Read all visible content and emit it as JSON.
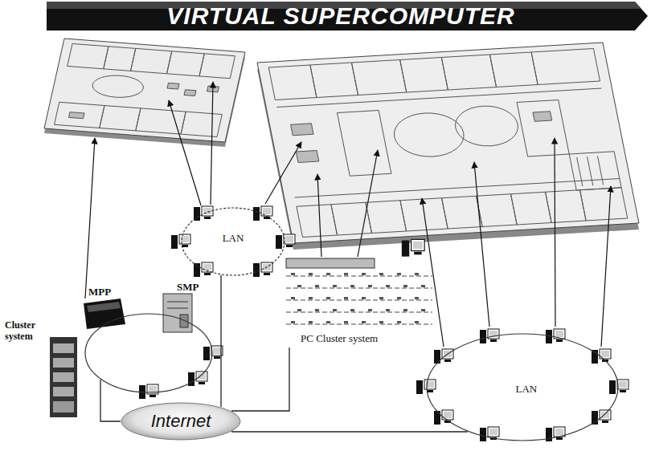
{
  "diagram": {
    "title": "VIRTUAL SUPERCOMPUTER",
    "nodes": [
      {
        "text": [
          "LAN"
        ]
      },
      {
        "text": [
          "MPP",
          "SMP"
        ]
      },
      {
        "text": [
          "PC Cluster system"
        ]
      },
      {
        "text": [
          "LAN"
        ]
      },
      {
        "text": [
          "Internet"
        ]
      }
    ],
    "edges": [
      {
        "from": 4,
        "to": 0,
        "arrow": "none"
      },
      {
        "from": 4,
        "to": 2,
        "arrow": "none"
      },
      {
        "from": 4,
        "to": 1,
        "arrow": "none"
      },
      {
        "from": 4,
        "to": 3,
        "arrow": "none"
      }
    ],
    "labels": [
      "Cluster system"
    ]
  }
}
